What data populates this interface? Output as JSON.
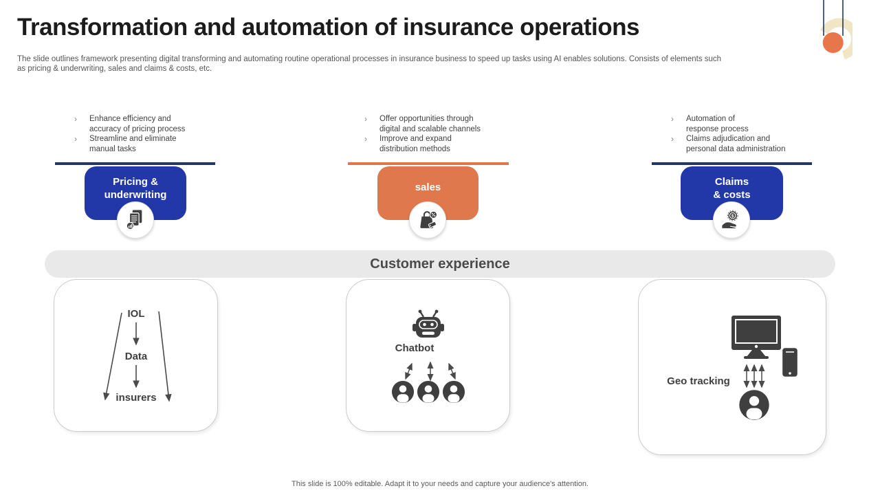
{
  "slide": {
    "title": "Transformation and automation of insurance operations",
    "subtitle": "The slide outlines framework presenting digital transforming and automating routine operational processes in insurance business to speed up tasks using AI enables solutions. Consists of elements such as pricing & underwriting, sales and claims & costs, etc.",
    "footer": "This slide is 100% editable. Adapt it to your needs and capture your audience's attention.",
    "bullet_marker": "›"
  },
  "colors": {
    "box_blue": "#2238a8",
    "line_navy": "#1f3864",
    "accent_orange": "#e0784e",
    "pendant_cream": "#f0e6c6",
    "banner_gray": "#e9e9e9",
    "icon_dark": "#3f3f3f"
  },
  "columns": [
    {
      "bullets": [
        "Enhance efficiency and\naccuracy of pricing process",
        "Streamline and eliminate\nmanual tasks"
      ],
      "label": "Pricing &\nunderwriting",
      "icon": "document-report-icon"
    },
    {
      "bullets": [
        "Offer opportunities through\ndigital and scalable channels",
        "Improve and expand\ndistribution methods"
      ],
      "label": "sales",
      "icon": "shopping-bag-sale-icon"
    },
    {
      "bullets": [
        "Automation of\nresponse process",
        "Claims adjudication and\npersonal data administration"
      ],
      "label": "Claims\n& costs",
      "icon": "hand-coin-icon"
    }
  ],
  "banner": {
    "label": "Customer experience"
  },
  "cards": {
    "flow": {
      "top": "IOL",
      "middle": "Data",
      "bottom": "insurers"
    },
    "chatbot": {
      "label": "Chatbot"
    },
    "geo": {
      "label": "Geo tracking"
    }
  }
}
